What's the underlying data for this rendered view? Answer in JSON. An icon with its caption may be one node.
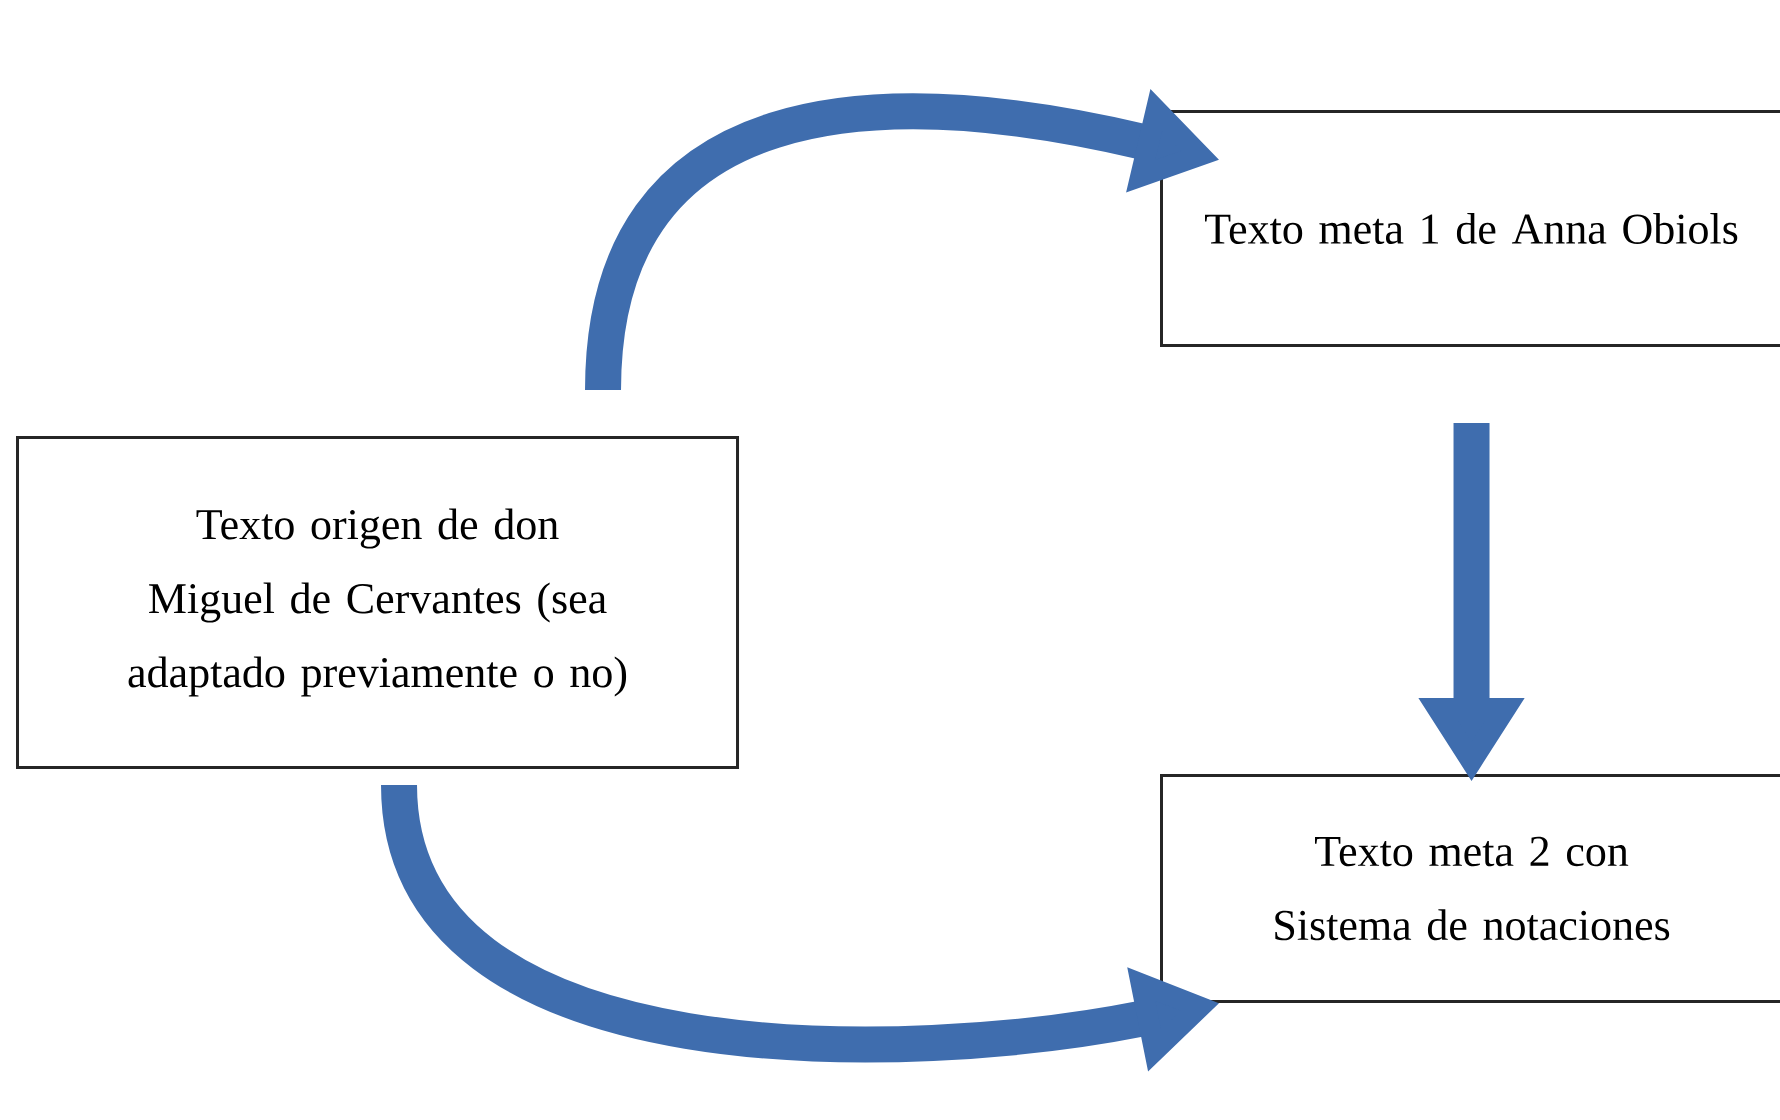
{
  "diagram": {
    "nodes": [
      {
        "text": [
          "Texto origen de don Miguel de Cervantes (sea adaptado previamente o no)"
        ]
      },
      {
        "text": [
          "Texto meta 1 de Anna Obiols"
        ]
      },
      {
        "text": [
          "Texto meta 2 con Sistema de notaciones"
        ]
      }
    ],
    "edges": [
      {
        "from": 0,
        "to": 1,
        "arrow": "to"
      },
      {
        "from": 1,
        "to": 2,
        "arrow": "to"
      },
      {
        "from": 0,
        "to": 2,
        "arrow": "to"
      }
    ]
  }
}
